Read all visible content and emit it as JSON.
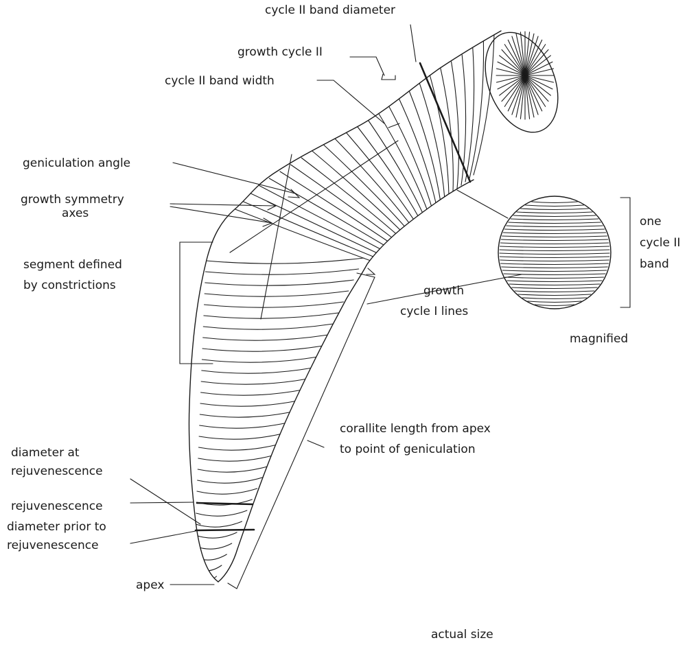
{
  "diagram": {
    "labels": {
      "cycle_band_diameter": "cycle II band diameter",
      "growth_cycle": "growth cycle II",
      "cycle_band_width": "cycle II band width",
      "geniculation_angle": "geniculation angle",
      "growth_symmetry_1": "growth symmetry",
      "growth_symmetry_2": "axes",
      "segment_1": "segment defined",
      "segment_2": "by constrictions",
      "one_band_1": "one",
      "one_band_2": "cycle II",
      "one_band_3": "band",
      "cycle_lines_1": "growth",
      "cycle_lines_2": "cycle I lines",
      "magnified": "magnified",
      "length_1": "corallite length from apex",
      "length_2": "to point of geniculation",
      "diam_at_1": "diameter at",
      "diam_at_2": "rejuvenescence",
      "rejuvenescence": "rejuvenescence",
      "diam_prior_1": "diameter prior to",
      "diam_prior_2": "rejuvenescence",
      "apex": "apex",
      "actual_size": "actual size"
    }
  }
}
